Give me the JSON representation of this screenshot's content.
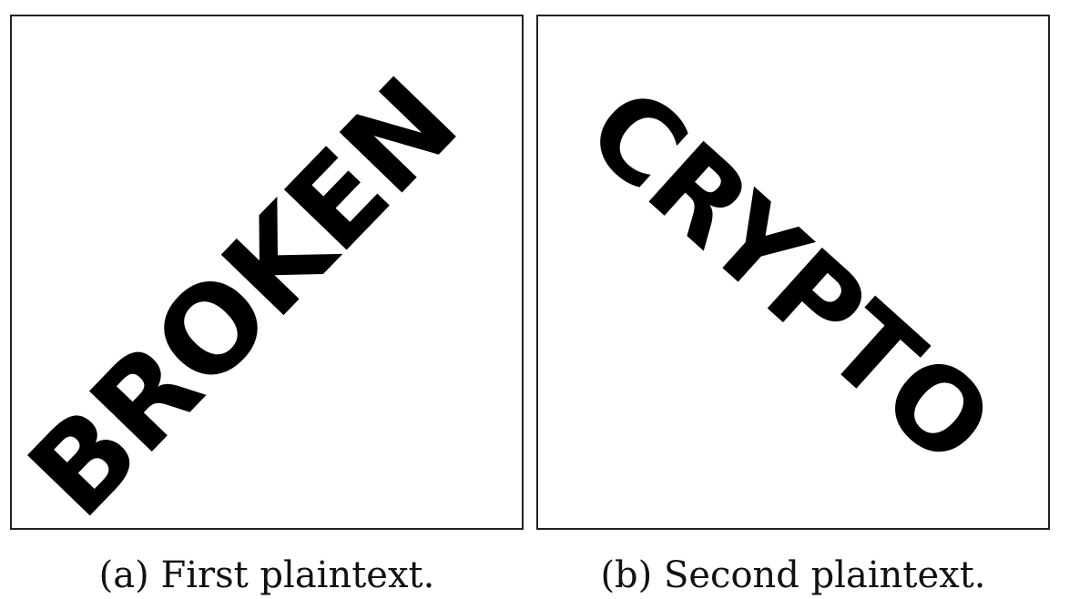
{
  "figure": {
    "panels": [
      {
        "word": "BROKEN",
        "caption": "(a) First plaintext."
      },
      {
        "word": "CRYPTO",
        "caption": "(b) Second plaintext."
      }
    ]
  }
}
